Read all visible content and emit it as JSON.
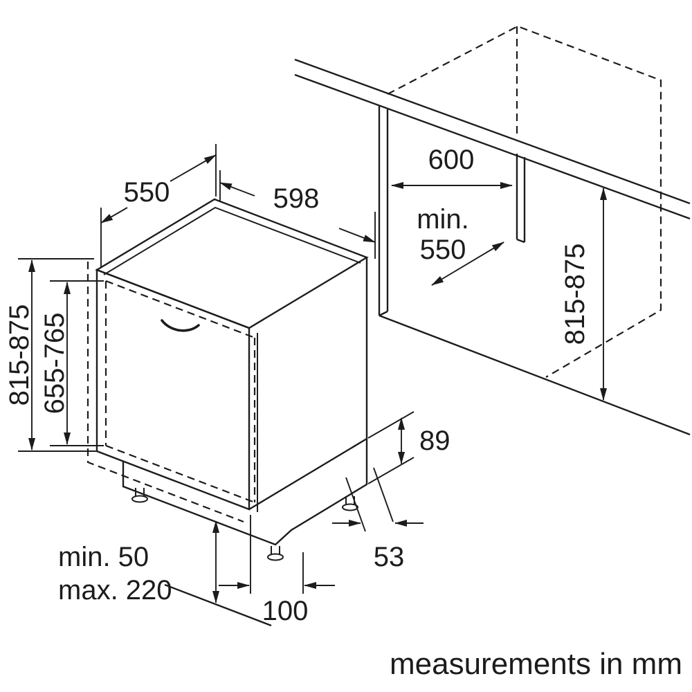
{
  "diagram": {
    "caption": "measurements in mm",
    "labels": {
      "depth_top": "550",
      "width_front": "598",
      "niche_width": "600",
      "niche_depth_line1": "min.",
      "niche_depth_line2": "550",
      "niche_height_right": "815-875",
      "appliance_height_left": "815-875",
      "furniture_door_height": "655-765",
      "rear_base_height": "89",
      "rear_foot_offset": "53",
      "plinth_depth": "100",
      "plinth_height_min": "min. 50",
      "plinth_height_max": "max. 220"
    },
    "colors": {
      "line": "#1c1c1c",
      "background": "#ffffff"
    }
  }
}
